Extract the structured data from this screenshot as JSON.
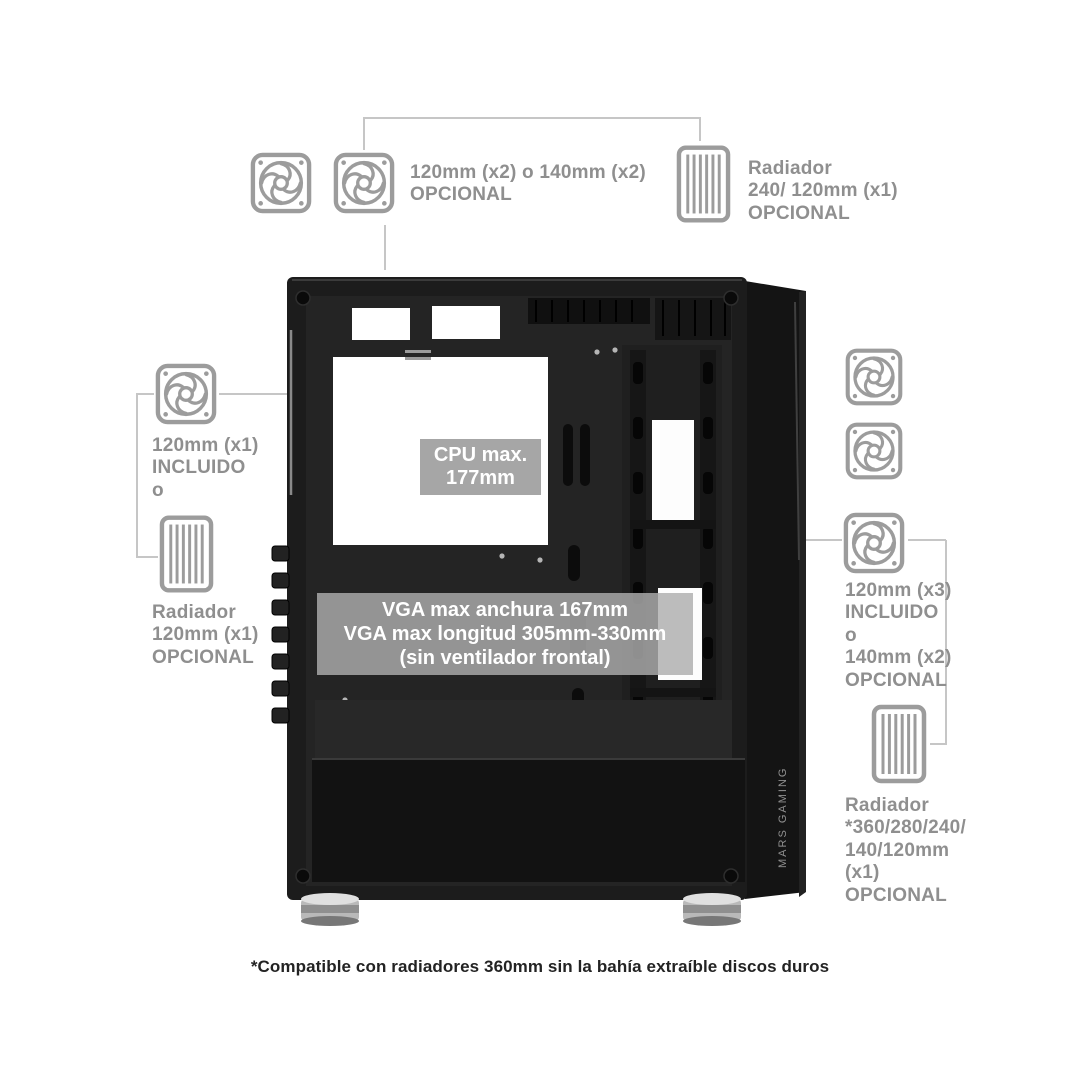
{
  "brand": "MARS GAMING",
  "footnote": "*Compatible con radiadores 360mm sin la bahía extraíble discos duros",
  "annotations": {
    "top_fans": {
      "line1": "120mm (x2) o 140mm (x2)",
      "line2": "OPCIONAL"
    },
    "top_radiator": {
      "title": "Radiador",
      "line1": "240/ 120mm (x1)",
      "line2": "OPCIONAL"
    },
    "left_fan": {
      "line1": "120mm (x1)",
      "line2": "INCLUIDO",
      "line3": "o"
    },
    "left_radiator": {
      "title": "Radiador",
      "line1": "120mm (x1)",
      "line2": "OPCIONAL"
    },
    "right_fans": {
      "line1": "120mm (x3)",
      "line2": "INCLUIDO",
      "line3": "o",
      "line4": "140mm (x2)",
      "line5": "OPCIONAL"
    },
    "right_radiator": {
      "title": "Radiador",
      "line1": "*360/280/240/",
      "line2": "140/120mm",
      "line3": "(x1)",
      "line4": "OPCIONAL"
    }
  },
  "case_labels": {
    "cpu": {
      "line1": "CPU max.",
      "line2": "177mm"
    },
    "vga": {
      "line1": "VGA max anchura 167mm",
      "line2": "VGA max longitud 305mm-330mm",
      "line3": "(sin ventilador frontal)"
    }
  },
  "icons": {
    "fan": "fan-icon",
    "radiator": "radiator-icon"
  },
  "colors": {
    "annotation_text": "#8f8f8f",
    "icon_gray": "#9c9c9c",
    "case_black": "#1c1c1c",
    "overlay_gray": "#a9a9a9",
    "connector_line": "#c6c6c6",
    "footnote_text": "#232323"
  }
}
